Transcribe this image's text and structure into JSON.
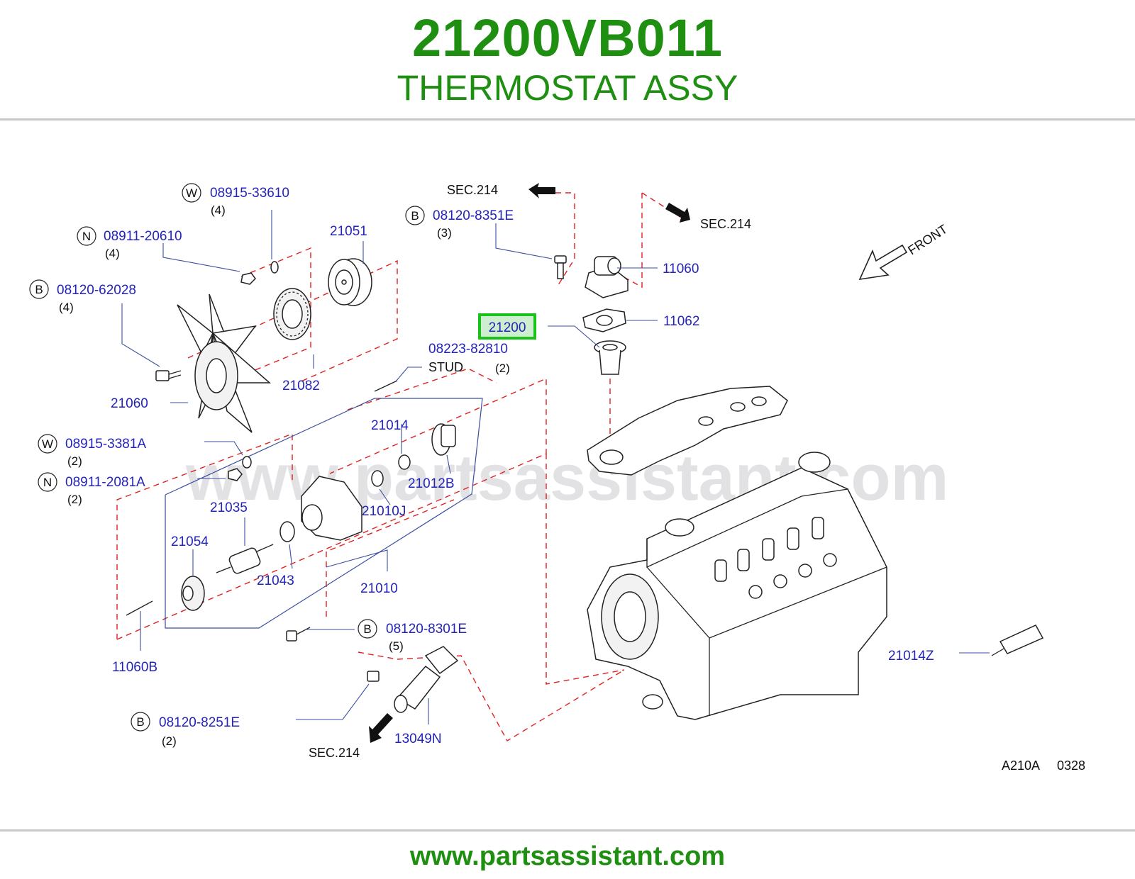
{
  "header": {
    "part_number": "21200VB011",
    "part_name": "THERMOSTAT ASSY"
  },
  "footer": {
    "url": "www.partsassistant.com"
  },
  "watermark": "www.partsassistant.com",
  "diagram": {
    "highlight": "21200",
    "highlight_color": "#19c31a",
    "label_color": "#2424b8",
    "callouts": {
      "w_33610": {
        "prefix": "W",
        "part": "08915-33610",
        "qty": "(4)"
      },
      "n_20610": {
        "prefix": "N",
        "part": "08911-20610",
        "qty": "(4)"
      },
      "b_62028": {
        "prefix": "B",
        "part": "08120-62028",
        "qty": "(4)"
      },
      "b_8351e": {
        "prefix": "B",
        "part": "08120-8351E",
        "qty": "(3)"
      },
      "w_3381a": {
        "prefix": "W",
        "part": "08915-3381A",
        "qty": "(2)"
      },
      "n_2081a": {
        "prefix": "N",
        "part": "08911-2081A",
        "qty": "(2)"
      },
      "b_8301e": {
        "prefix": "B",
        "part": "08120-8301E",
        "qty": "(5)"
      },
      "b_8251e": {
        "prefix": "B",
        "part": "08120-8251E",
        "qty": "(2)"
      },
      "stud": {
        "part": "08223-82810",
        "label": "STUD",
        "qty": "(2)"
      }
    },
    "labels": {
      "p21051": "21051",
      "p21082": "21082",
      "p21060": "21060",
      "p11060": "11060",
      "p11062": "11062",
      "p21014": "21014",
      "p21012b": "21012B",
      "p21010j": "21010J",
      "p21035": "21035",
      "p21054": "21054",
      "p21043": "21043",
      "p21010": "21010",
      "p11060b": "11060B",
      "p13049n": "13049N",
      "p21014z": "21014Z"
    },
    "sec_refs": {
      "top": "SEC.214",
      "right": "SEC.214",
      "bottom": "SEC.214"
    },
    "front": "FRONT",
    "code": "A210A",
    "code2": "0328"
  }
}
